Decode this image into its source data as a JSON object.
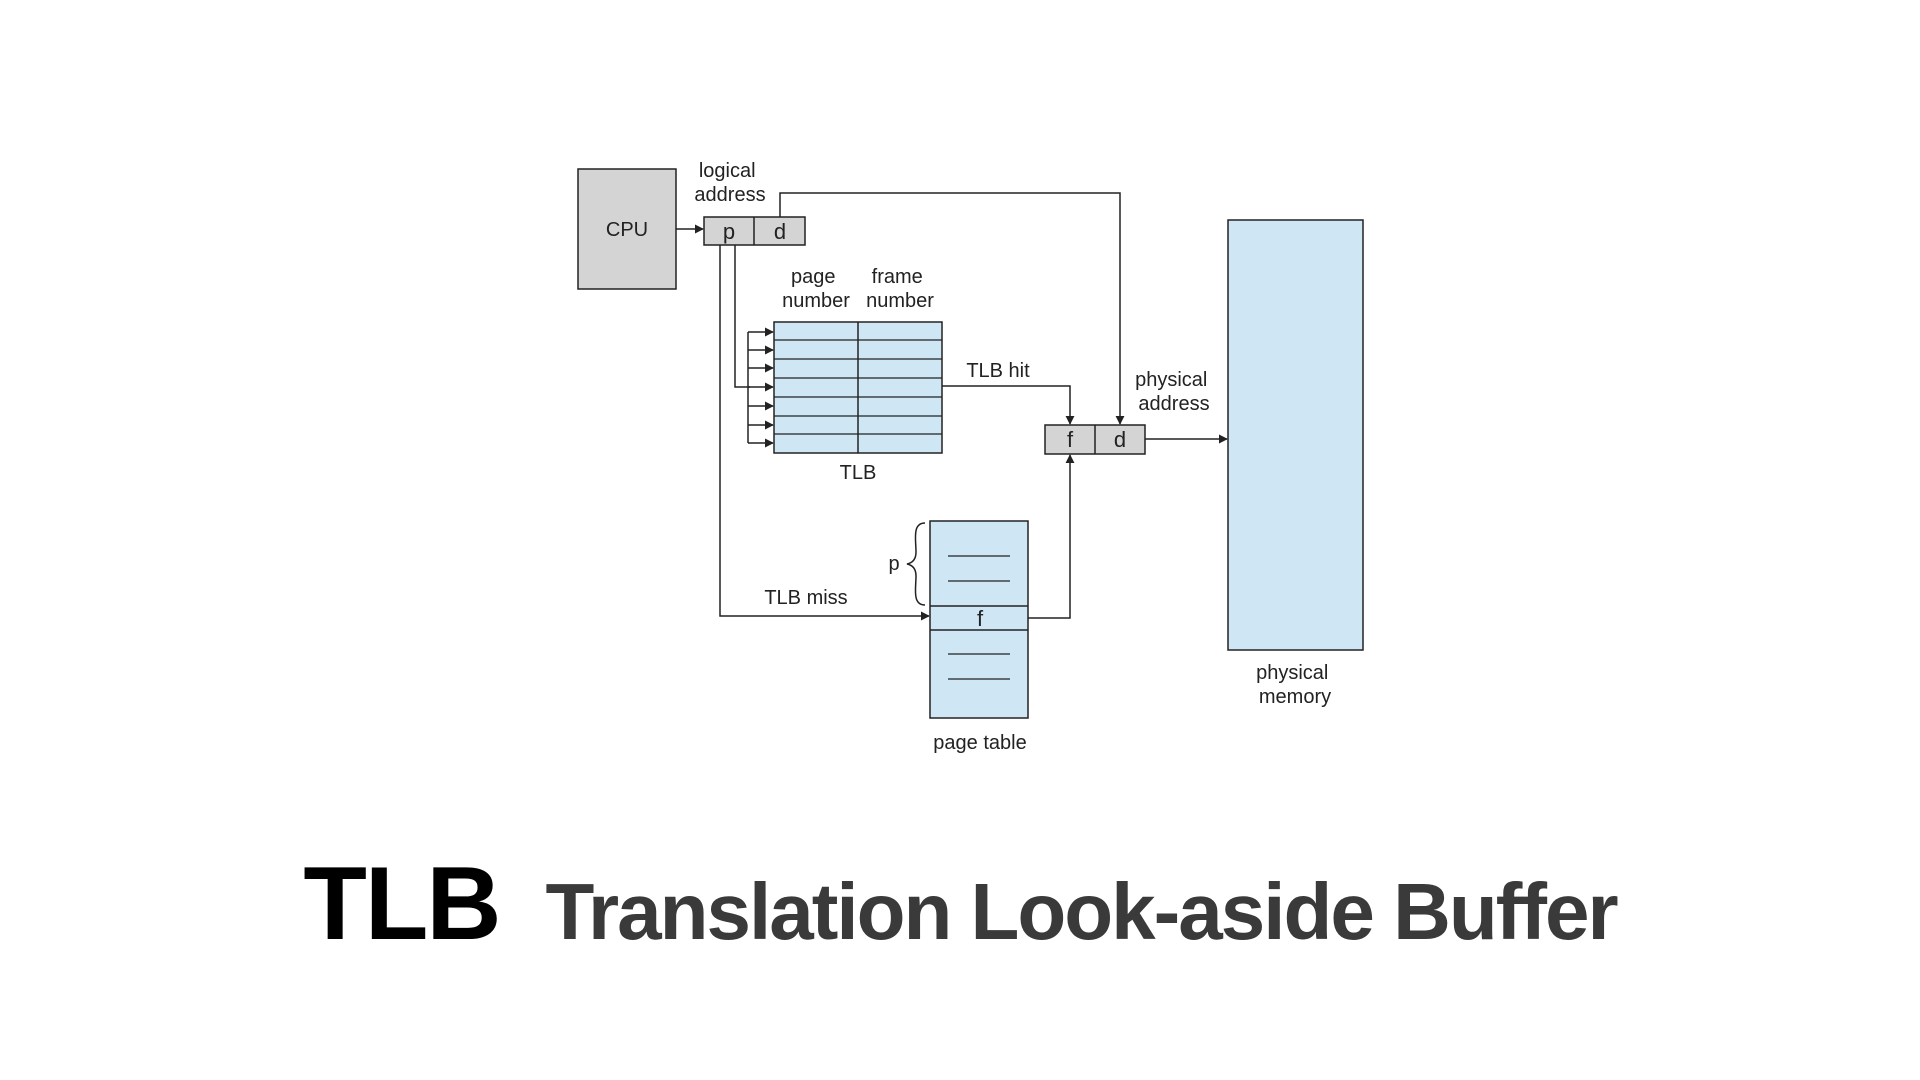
{
  "diagram": {
    "cpu_label": "CPU",
    "logical_address": [
      "logical",
      "address"
    ],
    "logical_p": "p",
    "logical_d": "d",
    "col_page_number": [
      "page",
      "number"
    ],
    "col_frame_number": [
      "frame",
      "number"
    ],
    "tlb_label": "TLB",
    "tlb_hit": "TLB hit",
    "tlb_miss": "TLB miss",
    "physical_address": [
      "physical",
      "address"
    ],
    "physical_f": "f",
    "physical_d": "d",
    "page_table_p": "p",
    "page_table_f": "f",
    "page_table_label": "page table",
    "physical_memory": [
      "physical",
      "memory"
    ]
  },
  "caption": {
    "abbr": "TLB",
    "full": "Translation Look-aside Buffer"
  },
  "colors": {
    "box_gray": "#d4d4d4",
    "memory_blue": "#cfe6f5",
    "line": "#222222"
  }
}
